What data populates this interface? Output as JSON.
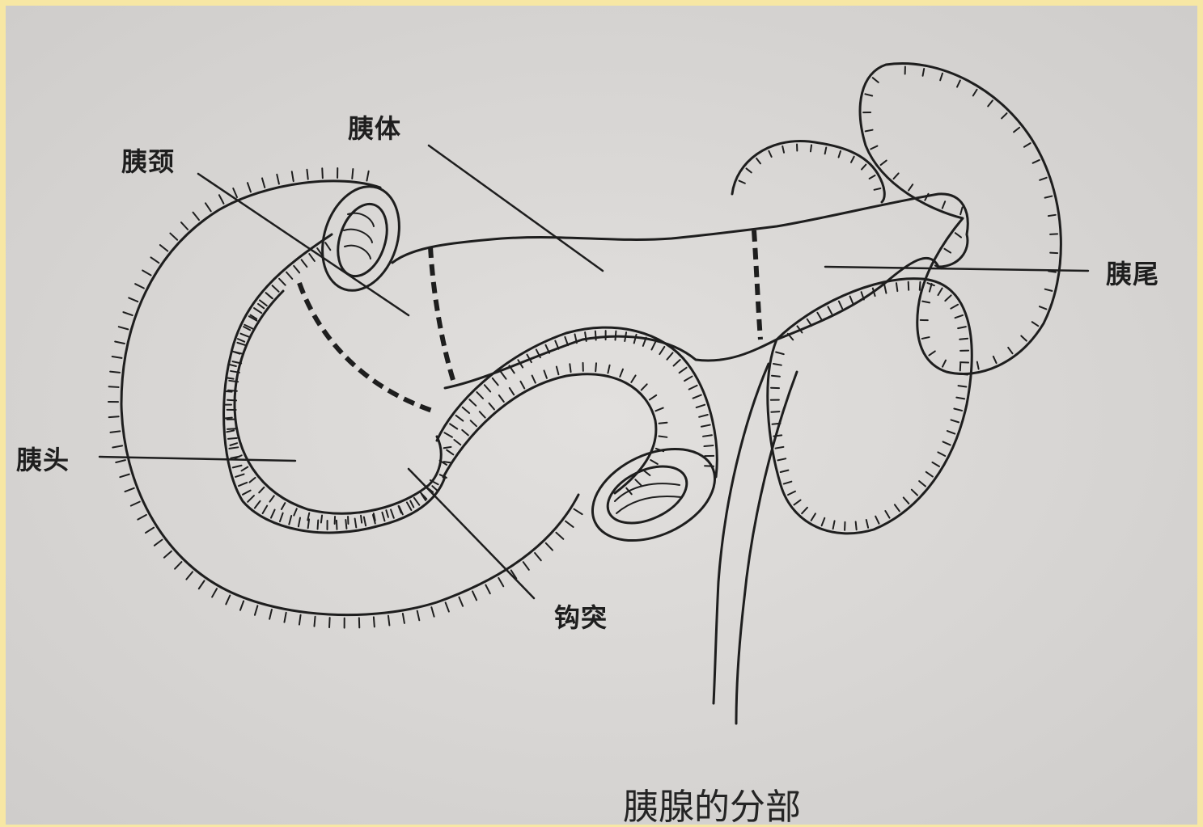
{
  "labels": {
    "neck": "胰颈",
    "body": "胰体",
    "tail": "胰尾",
    "head": "胰头",
    "uncinate": "钩突"
  },
  "caption": "胰腺的分部",
  "colors": {
    "frame": "#f7e7a4",
    "paper": "#dad8d6",
    "ink": "#1e1e1e"
  }
}
